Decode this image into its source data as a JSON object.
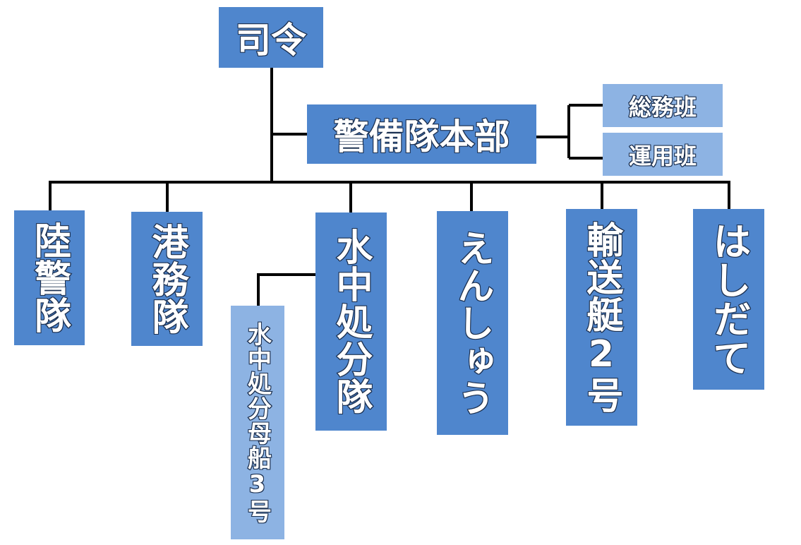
{
  "nodes": {
    "commander": "司令",
    "guard_hq": "警備隊本部",
    "general_affairs": "総務班",
    "operations": "運用班",
    "land_guard": "陸警隊",
    "port_affairs": "港務隊",
    "eod_unit": "水中処分隊",
    "eod_mothership": "水中処分母船3号",
    "enshu": "えんしゅう",
    "transport_boat": "輸送艇2号",
    "hashidate": "はしだて"
  },
  "colors": {
    "box_dark": "#4f86cd",
    "box_light": "#8db3e3",
    "line": "#000000"
  }
}
